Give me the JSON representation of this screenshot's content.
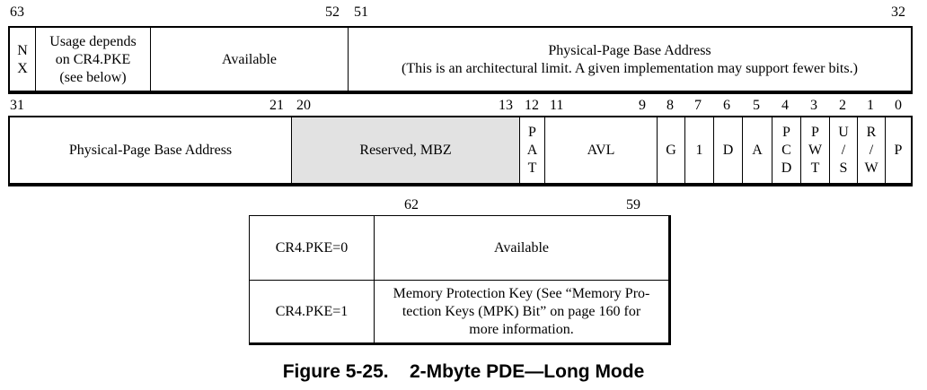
{
  "upper": {
    "bits": {
      "b63": "63",
      "b52": "52",
      "b51": "51",
      "b32": "32"
    },
    "nx": [
      "N",
      "X"
    ],
    "usage": [
      "Usage depends",
      "on CR4.PKE",
      "(see below)"
    ],
    "available": "Available",
    "base_title": "Physical-Page Base Address",
    "base_note": "(This is an architectural limit. A given implementation may support fewer bits.)"
  },
  "lower": {
    "bits": {
      "b31": "31",
      "b21": "21",
      "b20": "20",
      "b13": "13",
      "b12": "12",
      "b11": "11",
      "b9": "9",
      "b8": "8",
      "b7": "7",
      "b6": "6",
      "b5": "5",
      "b4": "4",
      "b3": "3",
      "b2": "2",
      "b1": "1",
      "b0": "0"
    },
    "base": "Physical-Page Base Address",
    "reserved": "Reserved, MBZ",
    "pat": [
      "P",
      "A",
      "T"
    ],
    "avl": "AVL",
    "g": "G",
    "ps": "1",
    "d": "D",
    "a": "A",
    "pcd": [
      "P",
      "C",
      "D"
    ],
    "pwt": [
      "P",
      "W",
      "T"
    ],
    "us": [
      "U",
      "/",
      "S"
    ],
    "rw": [
      "R",
      "/",
      "W"
    ],
    "p": "P"
  },
  "pke_table": {
    "bits": {
      "b62": "62",
      "b59": "59"
    },
    "row0_label": "CR4.PKE=0",
    "row0_value": "Available",
    "row1_label": "CR4.PKE=1",
    "row1_value": [
      "Memory Protection Key (See “Memory Pro-",
      "tection Keys (MPK) Bit” on page 160 for",
      "more information."
    ]
  },
  "caption": {
    "number": "Figure 5-25.",
    "title": "2-Mbyte PDE—Long Mode"
  }
}
